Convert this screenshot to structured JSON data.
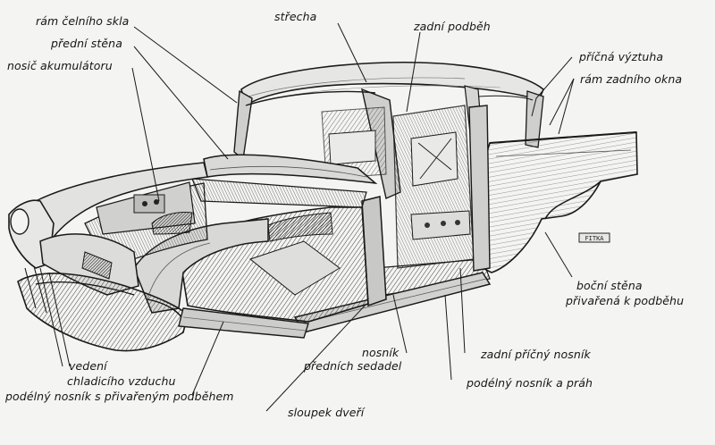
{
  "labels": {
    "ram_celniho_skla": "rám čelního skla",
    "predni_stena": "přední stěna",
    "nosic_akumulatoru": "nosič akumulátoru",
    "strecha": "střecha",
    "zadni_podbeh": "zadní podběh",
    "pricna_vyztuha": "příčná výztuha",
    "ram_zadniho_okna": "rám zadního okna",
    "bocni_stena_line1": "boční stěna",
    "bocni_stena_line2": "přivařená k podběhu",
    "zadni_pricny_nosnik": "zadní příčný nosník",
    "nosnik_line1": "nosník",
    "nosnik_line2": "předních sedadel",
    "podelny_nosnik_a_prah": "podélný nosník a práh",
    "sloupek_dveri": "sloupek dveří",
    "vedeni_line1": "vedení",
    "vedeni_line2": "chladicího vzduchu",
    "podelny_nosnik_podbeh": "podélný nosník s přivařeným podběhem"
  },
  "signature": "FITKA"
}
